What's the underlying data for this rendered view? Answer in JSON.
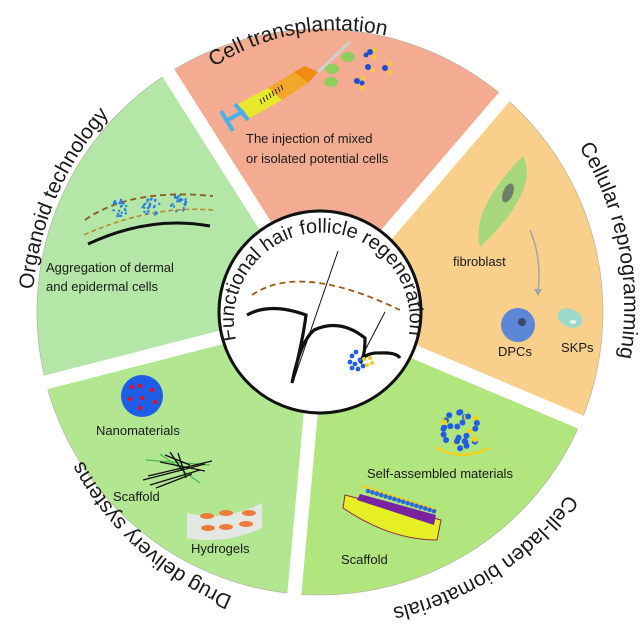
{
  "center": {
    "title": "Functional hair follicle regeneration"
  },
  "segments": [
    {
      "id": "cell-transplantation",
      "title": "Cell transplantation",
      "color": "#f3ac91",
      "caption_lines": [
        "The injection of mixed",
        "or isolated potential cells"
      ]
    },
    {
      "id": "cellular-reprogramming",
      "title": "Cellular reprogramming",
      "color": "#f8d08c",
      "labels": {
        "fibroblast": "fibroblast",
        "dpcs": "DPCs",
        "skps": "SKPs"
      }
    },
    {
      "id": "cell-laden-biomaterials",
      "title": "Cell-laden biomaterials",
      "color": "#b1e57e",
      "labels": {
        "self_assembled": "Self-assembled materials",
        "scaffold": "Scaffold"
      }
    },
    {
      "id": "drug-delivery-systems",
      "title": "Drug delivery systems",
      "color": "#b2e691",
      "labels": {
        "nanomaterials": "Nanomaterials",
        "scaffold": "Scaffold",
        "hydrogels": "Hydrogels"
      }
    },
    {
      "id": "organoid-technology",
      "title": "Organoid technology",
      "color": "#b4e6a8",
      "caption_lines": [
        "Aggregation of dermal",
        "and epidermal cells"
      ]
    }
  ]
}
